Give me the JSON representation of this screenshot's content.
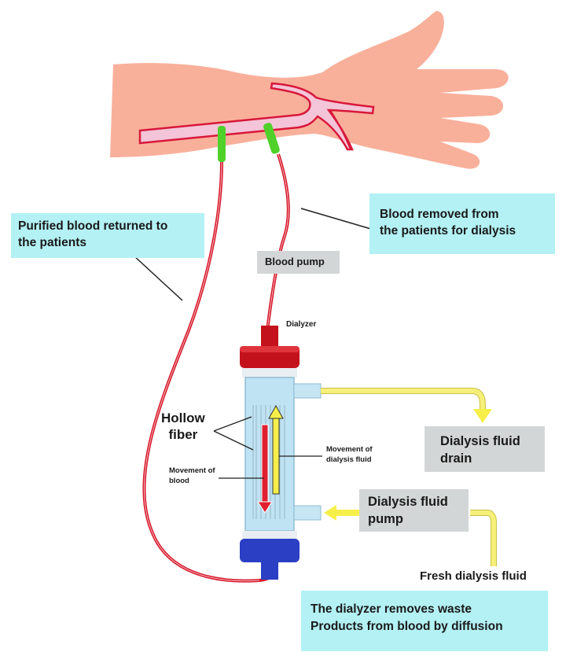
{
  "diagram": {
    "title": "Hemodialysis process",
    "colors": {
      "skin": "#f9b09b",
      "vessel_fill": "#f4c4d8",
      "vessel_line": "#d8183a",
      "needle": "#4fd12a",
      "tube": "#d8182a",
      "dialyzer_top": "#c4121c",
      "dialyzer_body": "#bfe3f3",
      "dialyzer_bottom": "#2a3fc4",
      "fluid_tube": "#f6ef7a",
      "callout_cyan": "#b3f1f4",
      "callout_gray": "#d3d6d6"
    },
    "labels": {
      "purified": [
        "Purified blood returned to",
        "the patients"
      ],
      "removed": [
        "Blood removed from",
        "the patients for dialysis"
      ],
      "blood_pump": "Blood pump",
      "dialyzer": "Dialyzer",
      "hollow_fiber": [
        "Hollow",
        "fiber"
      ],
      "movement_blood": [
        "Movement of",
        "blood"
      ],
      "movement_fluid": [
        "Movement of",
        "dialysis fluid"
      ],
      "fluid_drain": [
        "Dialysis fluid",
        "drain"
      ],
      "fluid_pump": [
        "Dialysis fluid",
        "pump"
      ],
      "fresh_fluid": "Fresh dialysis fluid",
      "summary": [
        "The dialyzer removes waste",
        "Products from blood by diffusion"
      ]
    }
  }
}
